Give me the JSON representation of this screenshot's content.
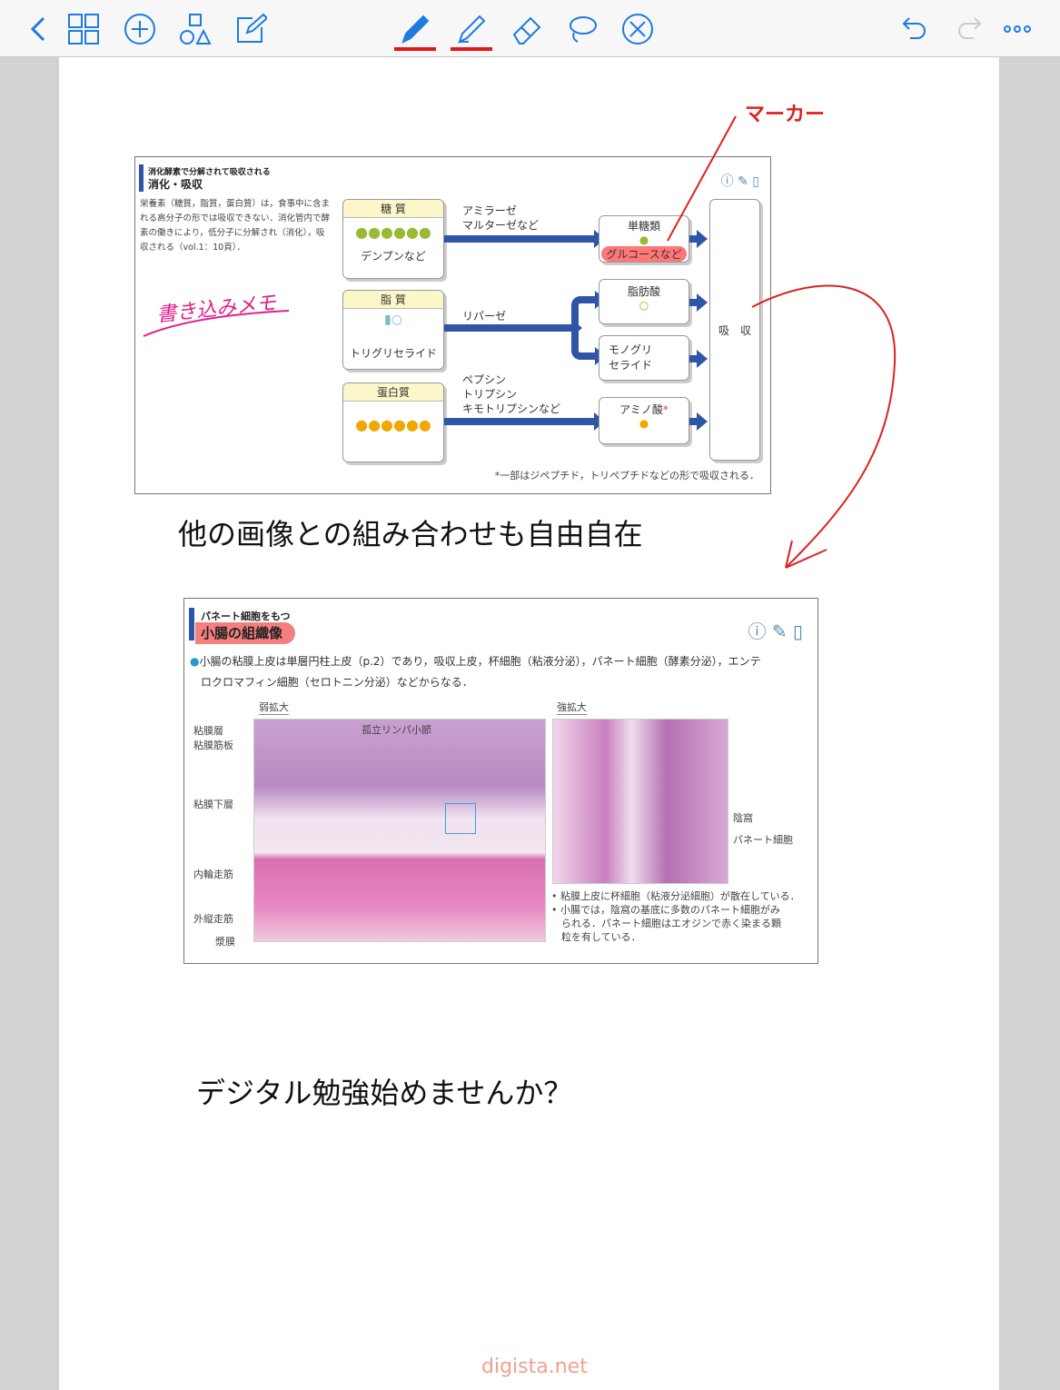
{
  "toolbar": {
    "icons": [
      "chevron-left-icon",
      "grid-icon",
      "plus-circle-icon",
      "shapes-icon",
      "edit-icon",
      "pen-icon",
      "highlighter-icon",
      "eraser-icon",
      "lasso-icon",
      "close-circle-icon",
      "undo-icon",
      "redo-icon",
      "more-icon"
    ],
    "accent": "#1e7be0",
    "active_underline": "#e0161b"
  },
  "fig1": {
    "subtitle": "消化酵素で分解されて吸収される",
    "title": "消化・吸収",
    "body": "栄養素（糖質，脂質，蛋白質）は，食事中に含まれる高分子の形では吸収できない．消化管内で酵素の働きにより，低分子に分解され（消化），吸収される（vol.1：10頁）．",
    "sugar": {
      "head": "糖 質",
      "foot": "デンプンなど",
      "enzyme1": "アミラーゼ",
      "enzyme2": "マルターゼなど",
      "product": "単糖類",
      "product2": "グルコースなど"
    },
    "fat": {
      "head": "脂 質",
      "foot": "トリグリセライド",
      "enzyme": "リパーゼ",
      "product1": "脂肪酸",
      "product2a": "モノグリ",
      "product2b": "セライド"
    },
    "protein": {
      "head": "蛋白質",
      "enzyme1": "ペプシン",
      "enzyme2": "トリプシン",
      "enzyme3": "キモトリプシンなど",
      "product": "アミノ酸",
      "star": "*"
    },
    "absorb": "吸　収",
    "note": "*一部はジペプチド，トリペプチドなどの形で吸収される．"
  },
  "annotations": {
    "marker": "マーカー",
    "memo": "書き込みメモ"
  },
  "caption1": "他の画像との組み合わせも自由自在",
  "fig2": {
    "subtitle": "パネート細胞をもつ",
    "title": "小腸の組織像",
    "body1": "小腸の粘膜上皮は単層円柱上皮（p.2）であり，吸収上皮，杯細胞（粘液分泌），パネート細胞（酵素分泌），エンテ",
    "body2": "ロクロマフィン細胞（セロトニン分泌）などからなる．",
    "low": "弱拡大",
    "high": "強拡大",
    "left_labels": [
      "粘膜層",
      "粘膜筋板",
      "粘膜下層",
      "内輪走筋",
      "外縦走筋",
      "漿膜"
    ],
    "nodule": "孤立リンパ小節",
    "right_labels": [
      "陰窩",
      "パネート細胞"
    ],
    "notes": [
      "• 粘膜上皮に杯細胞（粘液分泌細胞）が散在している．",
      "• 小腸では，陰窩の基底に多数のパネート細胞がみ",
      "　られる．パネート細胞はエオジンで赤く染まる顆",
      "　粒を有している．"
    ]
  },
  "caption2": "デジタル勉強始めませんか？",
  "watermark": "digista.net"
}
